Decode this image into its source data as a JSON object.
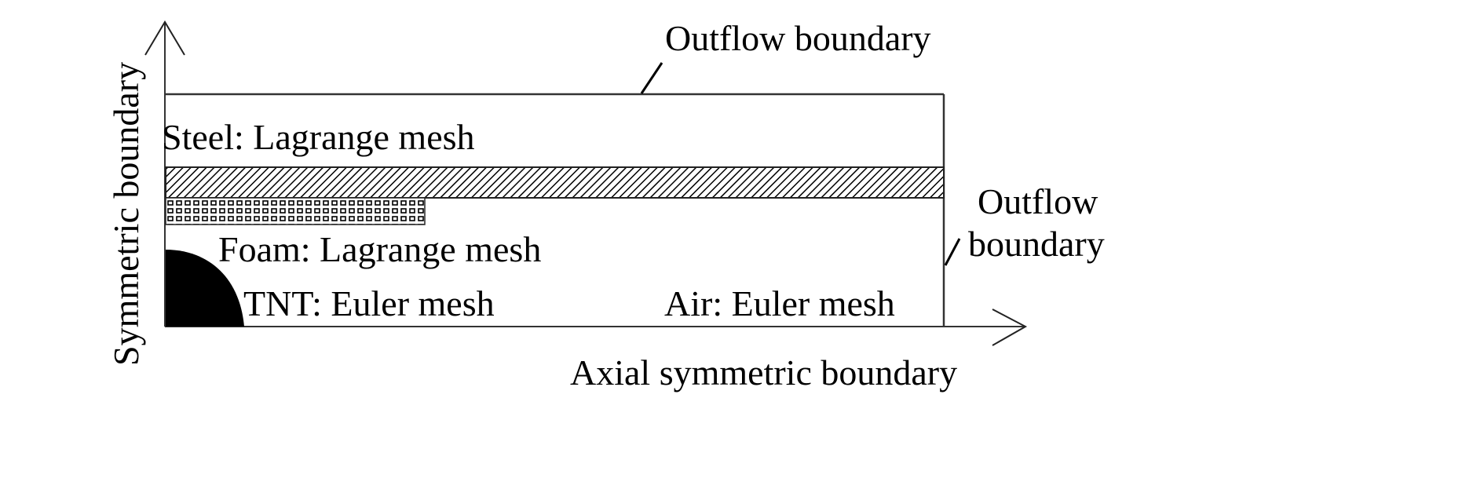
{
  "diagram": {
    "axes": {
      "vertical_label": "Symmetric boundary",
      "horizontal_label": "Axial symmetric boundary"
    },
    "boundaries": {
      "top": "Outflow boundary",
      "right_line1": "Outflow",
      "right_line2": "boundary"
    },
    "regions": [
      {
        "name": "steel",
        "label": "Steel: Lagrange mesh",
        "pattern": "diagonal-hatch"
      },
      {
        "name": "foam",
        "label": "Foam: Lagrange mesh",
        "pattern": "square-grid"
      },
      {
        "name": "tnt",
        "label": "TNT: Euler mesh",
        "pattern": "solid-black"
      },
      {
        "name": "air",
        "label": "Air: Euler mesh",
        "pattern": "none"
      }
    ],
    "colors": {
      "ink": "#000000",
      "frame": "#333333",
      "background": "#ffffff"
    }
  }
}
